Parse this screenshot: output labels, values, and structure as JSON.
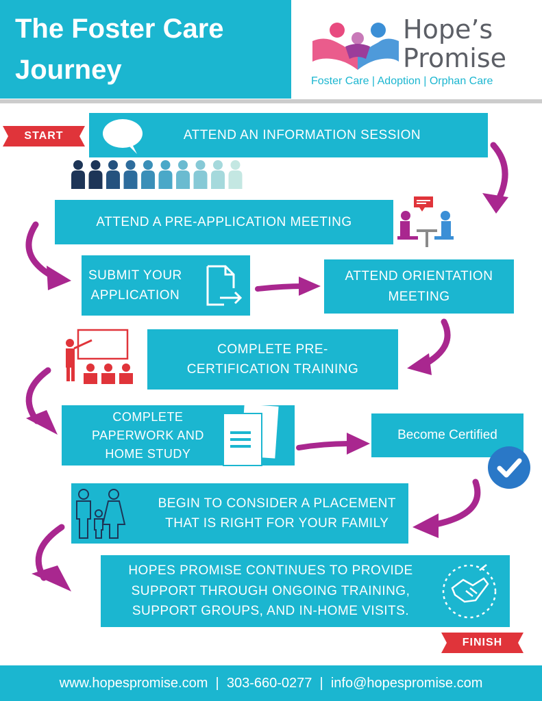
{
  "header": {
    "title_line1": "The Foster Care",
    "title_line2": "Journey",
    "brand_line1": "Hope’s",
    "brand_line2": "Promise",
    "tagline": "Foster Care | Adoption | Orphan Care"
  },
  "labels": {
    "start": "START",
    "finish": "FINISH"
  },
  "steps": [
    {
      "lines": [
        "ATTEND AN INFORMATION SESSION"
      ]
    },
    {
      "lines": [
        "ATTEND A PRE-APPLICATION MEETING"
      ]
    },
    {
      "lines": [
        "SUBMIT YOUR",
        "APPLICATION"
      ]
    },
    {
      "lines": [
        "ATTEND ORIENTATION",
        "MEETING"
      ]
    },
    {
      "lines": [
        "COMPLETE PRE-",
        "CERTIFICATION TRAINING"
      ]
    },
    {
      "lines": [
        "COMPLETE",
        "PAPERWORK AND",
        "HOME STUDY"
      ]
    },
    {
      "lines": [
        "Become Certified"
      ]
    },
    {
      "lines": [
        "BEGIN TO CONSIDER A PLACEMENT",
        "THAT IS RIGHT FOR YOUR FAMILY"
      ]
    },
    {
      "lines": [
        "HOPES PROMISE CONTINUES TO PROVIDE",
        "SUPPORT THROUGH ONGOING TRAINING,",
        "SUPPORT GROUPS, AND IN-HOME VISITS."
      ]
    }
  ],
  "footer": {
    "website": "www.hopespromise.com",
    "phone": "303-660-0277",
    "email": "info@hopespromise.com",
    "separator": "|"
  },
  "colors": {
    "teal": "#1bb6d0",
    "arrow_purple": "#a9278f",
    "ribbon_red": "#e0343a",
    "brand_pink": "#e84a7f",
    "brand_blue": "#3b8fd6",
    "people_gradient": [
      "#1d3557",
      "#1d3557",
      "#25527e",
      "#2d6c9c",
      "#3a8fb8",
      "#4aa8c8",
      "#6bbbd0",
      "#86c9d6",
      "#a5d9dc",
      "#c4e7e2"
    ]
  },
  "icons": [
    "speech-bubble-icon",
    "people-gradient-icon",
    "meeting-icon",
    "document-icon",
    "teacher-icon",
    "paperwork-icon",
    "checkmark-icon",
    "family-icon",
    "handshake-icon"
  ]
}
